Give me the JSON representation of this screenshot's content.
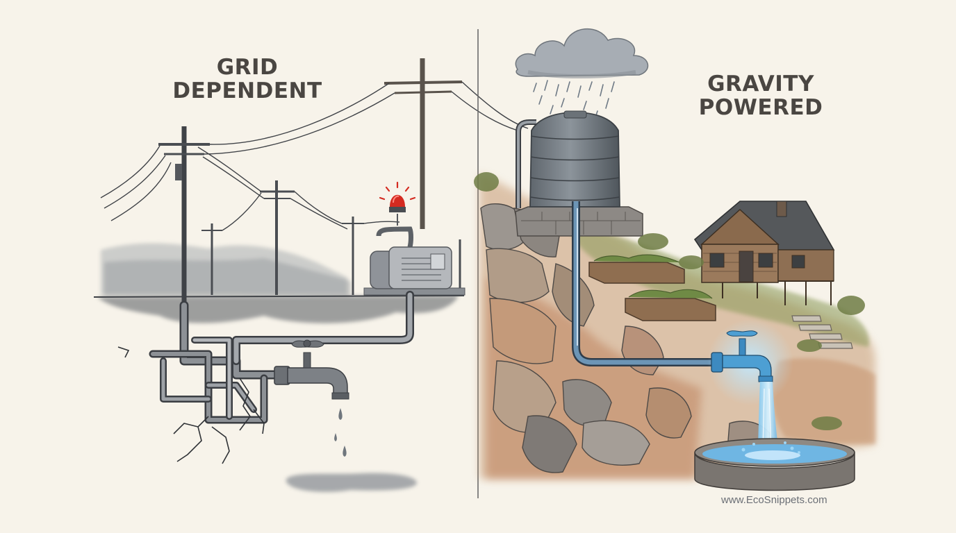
{
  "left_panel": {
    "title": "GRID\nDEPENDENT"
  },
  "right_panel": {
    "title": "GRAVITY\nPOWERED"
  },
  "credit": "www.EcoSnippets.com",
  "icons": [
    "alarm-light-icon",
    "rain-cloud-icon",
    "water-tank-icon",
    "faucet-icon",
    "house-icon",
    "pump-icon"
  ],
  "colors": {
    "background": "#f7f3ea",
    "ink": "#4a4642",
    "pipe_gray": "#6f7378",
    "water_blue": "#4fa3d8",
    "alarm_red": "#d42a20",
    "earth": "#b8754e",
    "grass": "#7d8a4c"
  }
}
